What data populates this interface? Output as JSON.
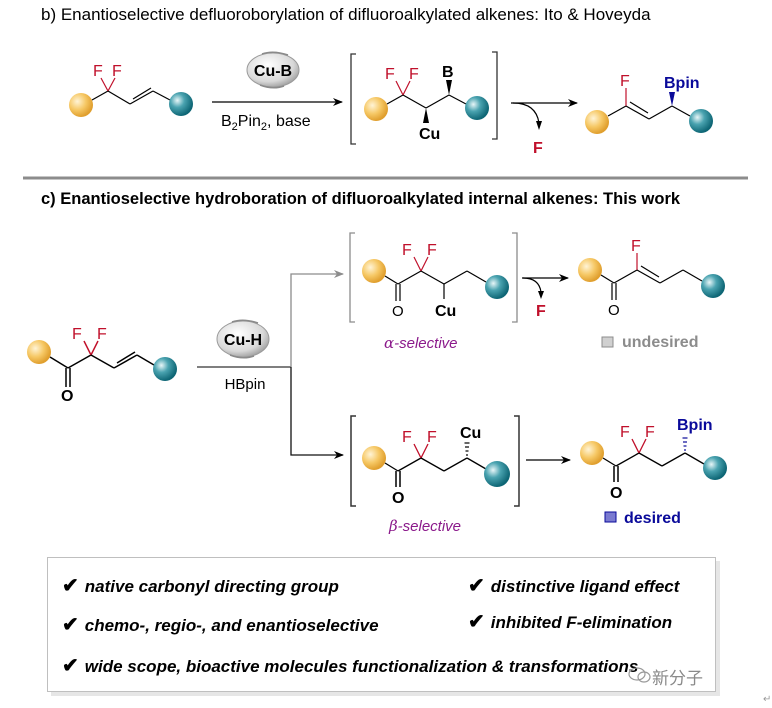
{
  "section_b": {
    "title": "b) Enantioselective defluoroborylation of difluoroalkylated alkenes: Ito & Hoveyda",
    "catalyst": "Cu-B",
    "reagent_main": "B",
    "reagent_sub1": "2",
    "reagent_mid": "Pin",
    "reagent_sub2": "2",
    "reagent_tail": ", base",
    "start": {
      "f1": "F",
      "f2": "F"
    },
    "intermediate": {
      "f1": "F",
      "f2": "F",
      "b": "B",
      "cu": "Cu"
    },
    "eliminated": "F",
    "product": {
      "f": "F",
      "bpin": "Bpin"
    }
  },
  "section_c": {
    "title": "c) Enantioselective hydroboration of difluoroalkylated internal alkenes: This work",
    "catalyst": "Cu-H",
    "reagent": "HBpin",
    "start": {
      "f1": "F",
      "f2": "F",
      "o": "O"
    },
    "alpha_branch": {
      "intermediate": {
        "f1": "F",
        "f2": "F",
        "o": "O",
        "cu": "Cu"
      },
      "label_greek": "α",
      "label": "-selective",
      "eliminated": "F",
      "product": {
        "f": "F",
        "o": "O"
      },
      "outcome": "undesired"
    },
    "beta_branch": {
      "intermediate": {
        "f1": "F",
        "f2": "F",
        "o": "O",
        "cu": "Cu"
      },
      "label_greek": "β",
      "label": "-selective",
      "product": {
        "f1": "F",
        "f2": "F",
        "o": "O",
        "bpin": "Bpin"
      },
      "outcome": "desired"
    }
  },
  "summary": {
    "check": "✔",
    "items": [
      "native carbonyl directing group",
      "distinctive ligand effect",
      "chemo-, regio-, and enantioselective",
      "inhibited F-elimination",
      "wide scope,  bioactive molecules functionalization &  transformations"
    ]
  },
  "watermark": "新分子",
  "colors": {
    "fluorine": "#c0102b",
    "boron_blue": "#0a0a9a",
    "purple": "#8b1a8b",
    "orange_ball": "#f2b84b",
    "teal_ball": "#1a7f8e",
    "separator": "#8c8c8c",
    "undesired_gray": "#8c8c8c"
  }
}
